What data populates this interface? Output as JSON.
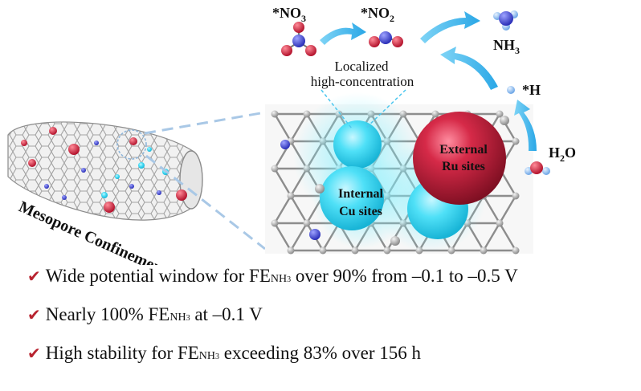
{
  "species": {
    "no3": {
      "main": "*NO",
      "sub": "3"
    },
    "no2": {
      "main": "*NO",
      "sub": "2"
    },
    "nh3": {
      "main": "NH",
      "sub": "3"
    },
    "h": "*H",
    "h2o": {
      "main": "H",
      "sub": "2",
      "tail": "O"
    }
  },
  "labels": {
    "localized_line1": "Localized",
    "localized_line2": "high-concentration",
    "external_line1": "External",
    "external_line2": "Ru sites",
    "internal_line1": "Internal",
    "internal_line2": "Cu sites",
    "tube": "Mesopore Confinement"
  },
  "bullets": [
    {
      "pre": "Wide potential window for FE",
      "sub": "NH",
      "sub2": "3",
      "post": " over 90% from –0.1 to –0.5 V"
    },
    {
      "pre": "Nearly 100% FE",
      "sub": "NH",
      "sub2": "3",
      "post": " at –0.1 V"
    },
    {
      "pre": "High stability for FE",
      "sub": "NH",
      "sub2": "3",
      "post": " exceeding 83% over 156 h"
    }
  ],
  "check_glyph": "✔",
  "colors": {
    "ru": "#c01f3c",
    "cu": "#3fd6ef",
    "nitrogen": "#4a4fe0",
    "hydrogen": "#9fc6f2",
    "arrow": "#3db6ec",
    "carbon": "#b9b9b9",
    "check": "#b8232f"
  }
}
